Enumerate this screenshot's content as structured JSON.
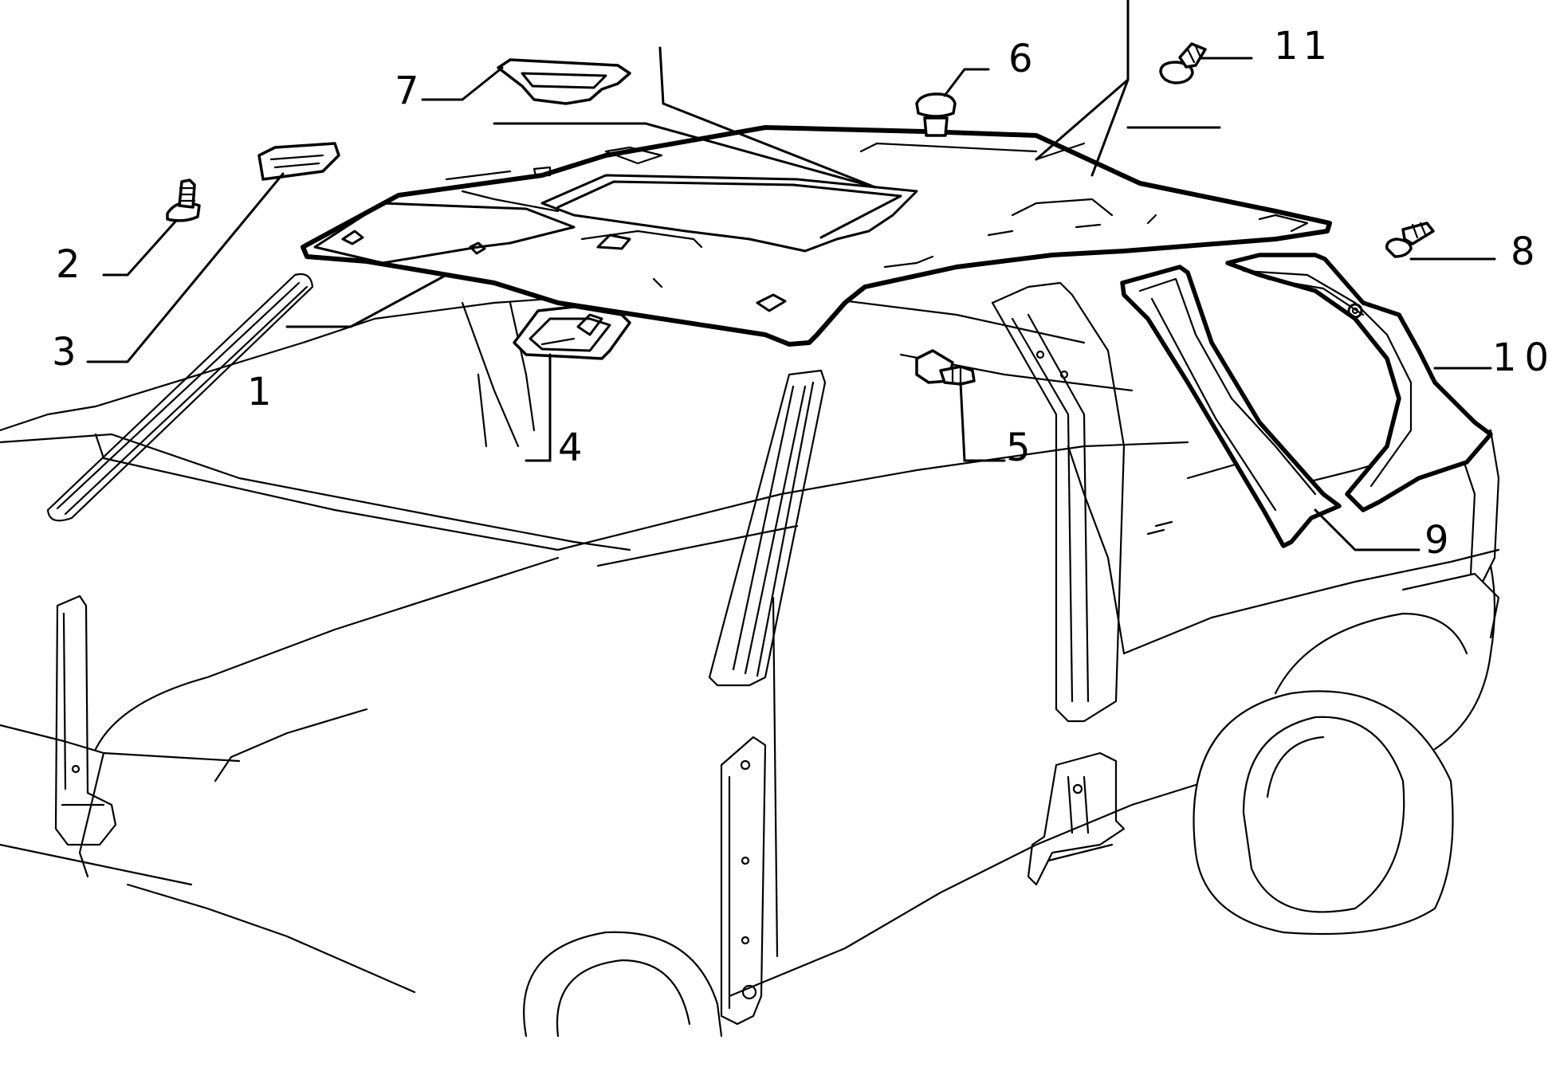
{
  "diagram": {
    "callouts": [
      {
        "id": "c1",
        "text": "1"
      },
      {
        "id": "c2",
        "text": "2"
      },
      {
        "id": "c3",
        "text": "3"
      },
      {
        "id": "c4",
        "text": "4"
      },
      {
        "id": "c5",
        "text": "5"
      },
      {
        "id": "c6",
        "text": "6"
      },
      {
        "id": "c7",
        "text": "7"
      },
      {
        "id": "c8",
        "text": "8"
      },
      {
        "id": "c9",
        "text": "9"
      },
      {
        "id": "c10",
        "text": "10"
      },
      {
        "id": "c11",
        "text": "11"
      }
    ]
  }
}
